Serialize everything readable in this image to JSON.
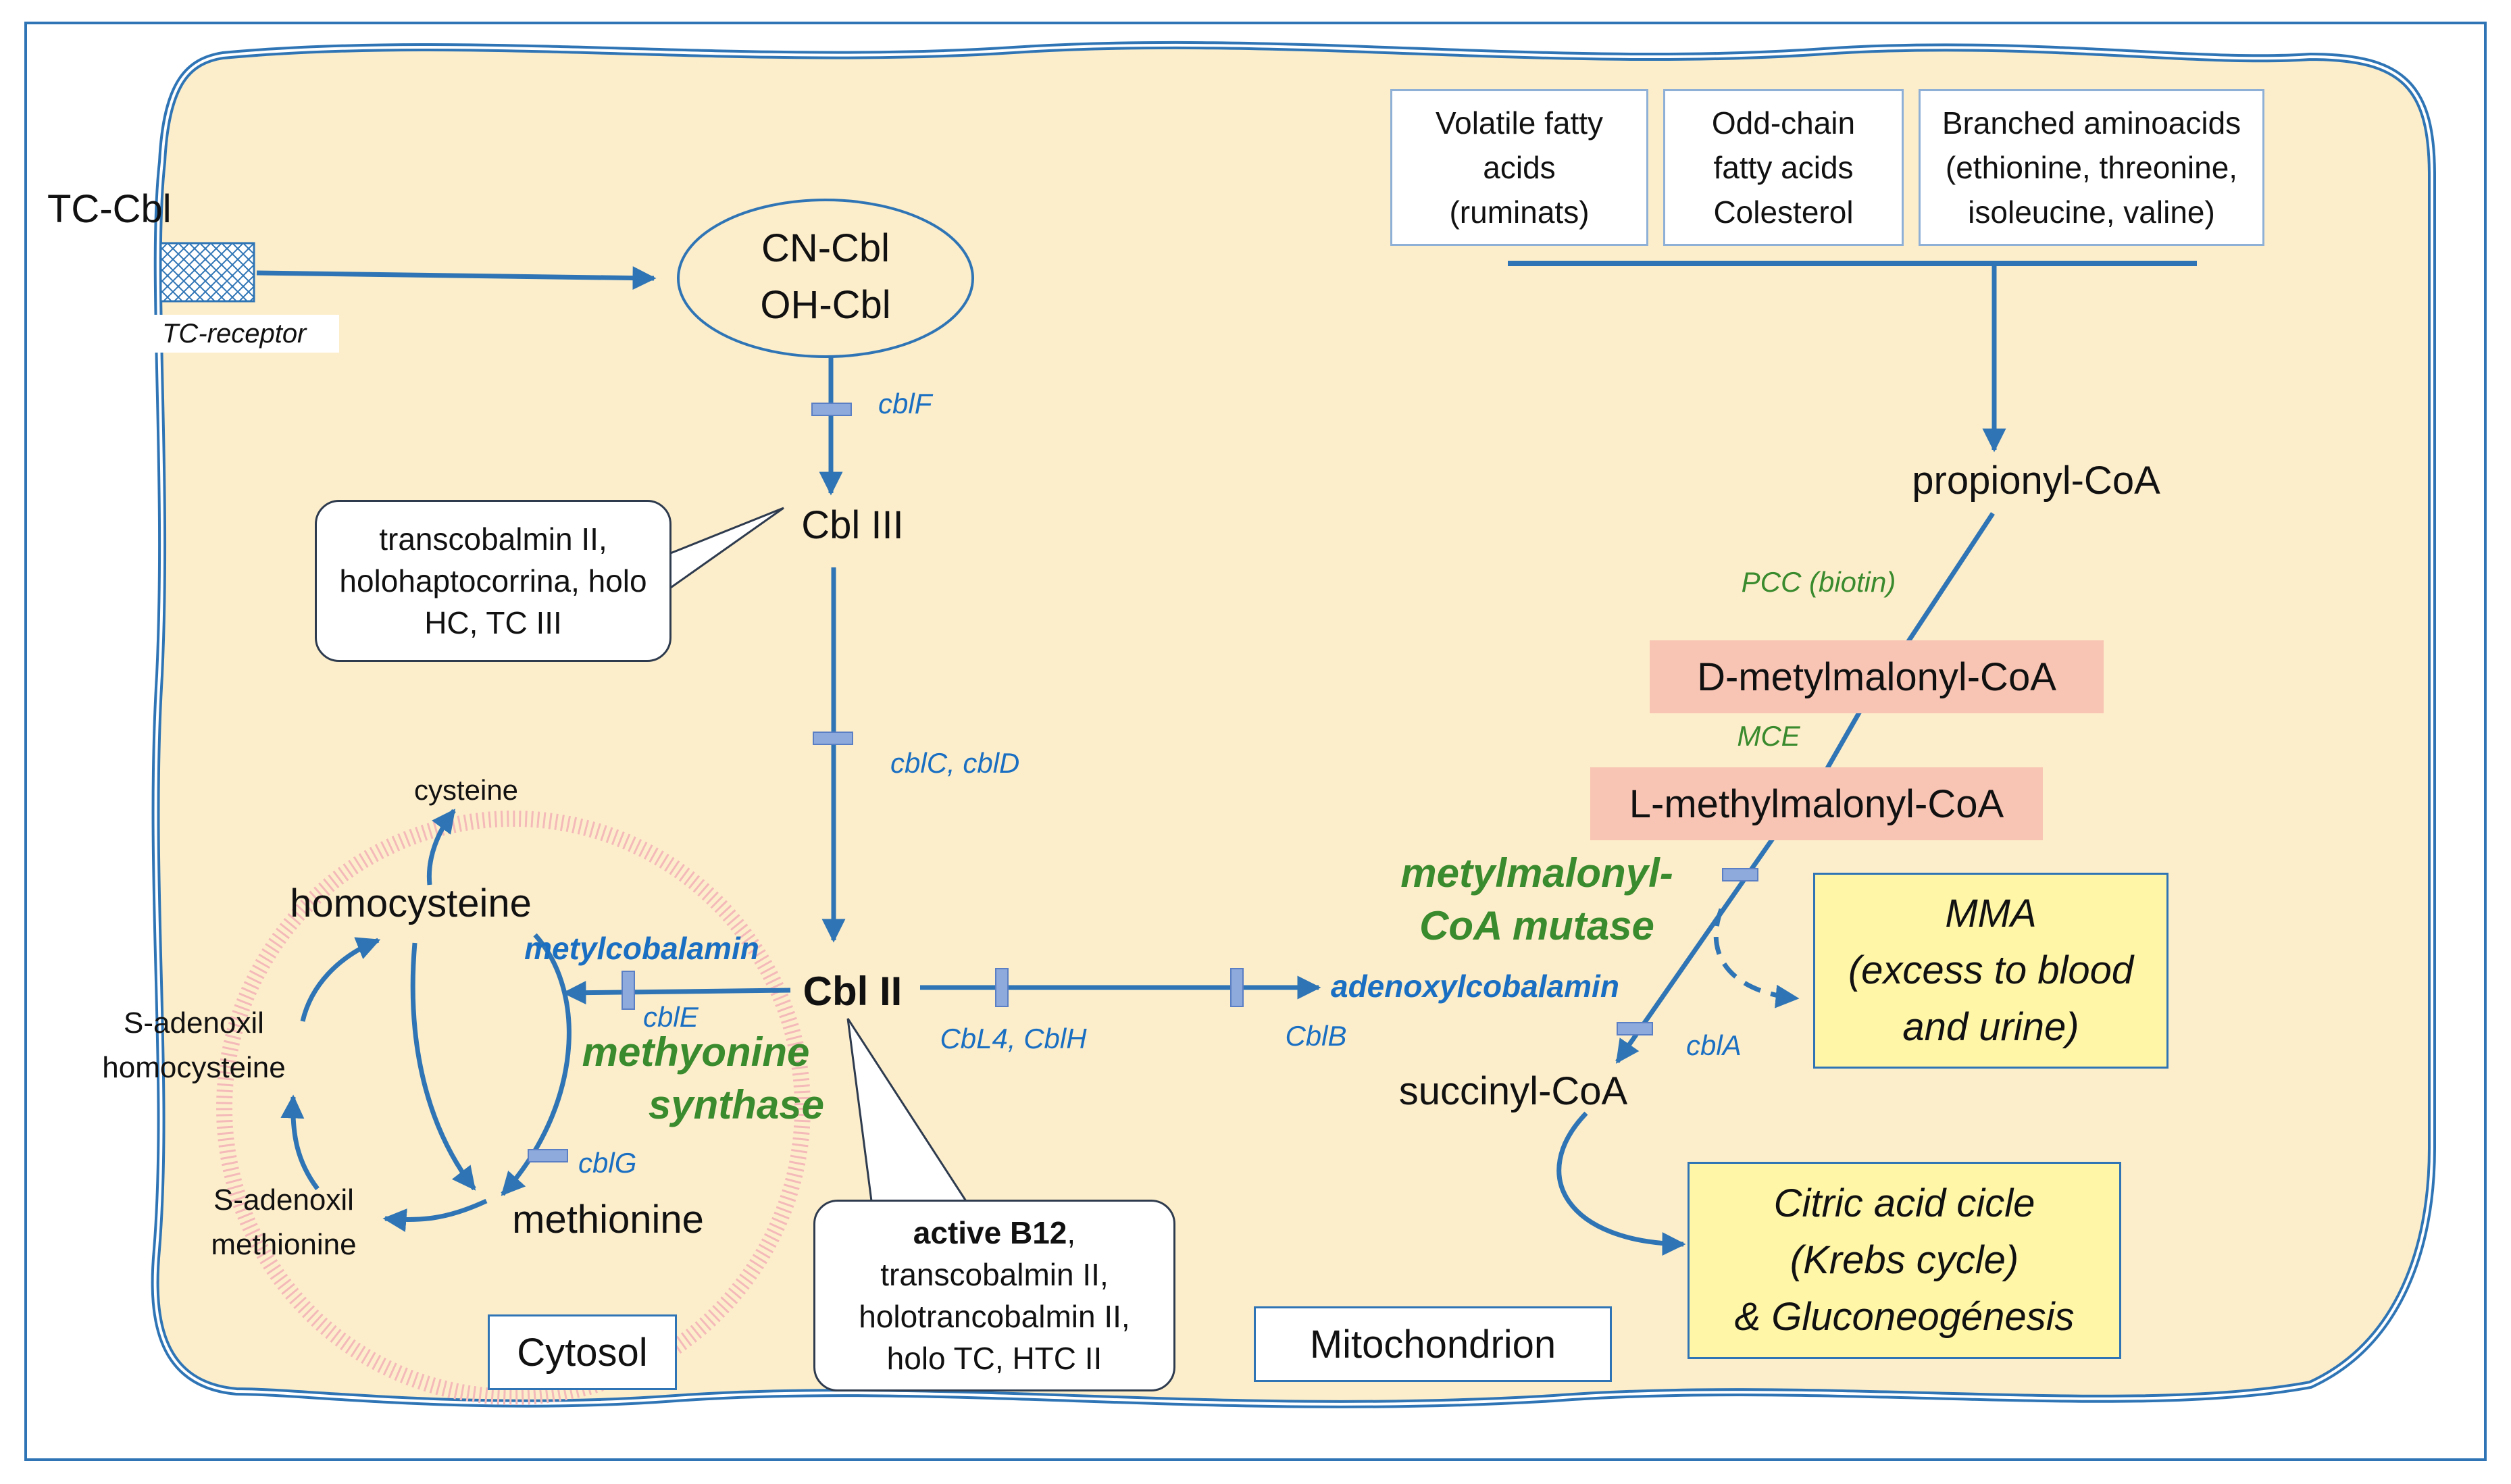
{
  "external": {
    "tc_cbl": "TC-Cbl",
    "tc_receptor": "TC-receptor"
  },
  "cobalamin": {
    "cn_cbl": "CN-Cbl",
    "oh_cbl": "OH-Cbl",
    "cbl_iii": "Cbl III",
    "cbl_ii": "Cbl II"
  },
  "enzymes": {
    "cblf": "cblF",
    "cblc_cbld": "cblC, cblD",
    "cble": "cblE",
    "cblg": "cblG",
    "cbl4_cblh": "CbL4, CblH",
    "cblb": "CblB",
    "cbla": "cblA",
    "pcc": "PCC (biotin)",
    "mce": "MCE"
  },
  "notes": {
    "cbl_iii_note": [
      "transcobalmin II,",
      "holohaptocorrina, holo",
      "HC, TC III"
    ],
    "active_b12_bold": "active B12",
    "active_b12_rest": ",",
    "active_b12_lines": [
      "transcobalmin II,",
      "holotrancobalmin II,",
      "holo TC, HTC II"
    ]
  },
  "cytosol": {
    "region_label": "Cytosol",
    "cysteine": "cysteine",
    "homocysteine": "homocysteine",
    "s_adenoxil_homocysteine": [
      "S-adenoxil",
      "homocysteine"
    ],
    "s_adenoxil_methionine": [
      "S-adenoxil",
      "methionine"
    ],
    "methionine": "methionine",
    "metylcobalamin": "metylcobalamin",
    "methyonine_synthase": [
      "methyonine",
      "synthase"
    ]
  },
  "mitochondrion": {
    "region_label": "Mitochondrion",
    "sources": [
      {
        "lines": [
          "Volatile fatty",
          "acids",
          "(ruminats)"
        ]
      },
      {
        "lines": [
          "Odd-chain",
          "fatty acids",
          "Colesterol"
        ]
      },
      {
        "lines": [
          "Branched aminoacids",
          "(ethionine, threonine,",
          "isoleucine, valine)"
        ]
      }
    ],
    "propionyl_coa": "propionyl-CoA",
    "d_methylmalonyl": "D-metylmalonyl-CoA",
    "l_methylmalonyl": "L-methylmalonyl-CoA",
    "mutase": [
      "metylmalonyl-",
      "CoA mutase"
    ],
    "adenoxylcobalamin": "adenoxylcobalamin",
    "succinyl_coa": "succinyl-CoA",
    "mma": [
      "MMA",
      "(excess to blood",
      "and urine)"
    ],
    "krebs": [
      "Citric acid cicle",
      "(Krebs cycle)",
      "& Gluconeogénesis"
    ]
  },
  "colors": {
    "cell_fill": "#fdeecb",
    "arrow_blue": "#2f75b5",
    "label_blue": "#1a6fc2",
    "label_green": "#3a8a2e",
    "salmon": "#f8c5b4",
    "yellow": "#fff6a8"
  }
}
